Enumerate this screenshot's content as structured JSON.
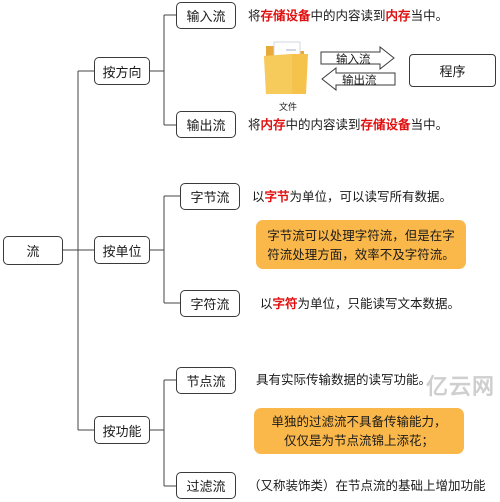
{
  "root": {
    "label": "流"
  },
  "branches": {
    "direction": {
      "label": "按方向",
      "input": {
        "label": "输入流",
        "desc_pre": "将",
        "desc_r1": "存储设备",
        "desc_mid": "中的内容读到",
        "desc_r2": "内存",
        "desc_post": "当中。"
      },
      "output": {
        "label": "输出流",
        "desc_pre": "将",
        "desc_r1": "内存",
        "desc_mid": "中的内容读到",
        "desc_r2": "存储设备",
        "desc_post": "当中。"
      },
      "diagram": {
        "file_caption": "文件",
        "arrow_in_label": "输入流",
        "arrow_out_label": "输出流",
        "program_label": "程序"
      }
    },
    "unit": {
      "label": "按单位",
      "byte": {
        "label": "字节流",
        "desc_pre": "以",
        "desc_r": "字节",
        "desc_post": "为单位，可以读写所有数据。"
      },
      "note": {
        "line1": "字节流可以处理字符流，但是在字",
        "line2": "符流处理方面，效率不及字符流。"
      },
      "char": {
        "label": "字符流",
        "desc_pre": "以",
        "desc_r": "字符",
        "desc_post": "为单位，只能读写文本数据。"
      }
    },
    "function": {
      "label": "按功能",
      "node": {
        "label": "节点流",
        "desc": "具有实际传输数据的读写功能。"
      },
      "note": {
        "line1": "单独的过滤流不具备传输能力，",
        "line2": "仅仅是为节点流锦上添花；"
      },
      "filter": {
        "label": "过滤流",
        "desc": "（又称装饰类）在节点流的基础上增加功能"
      }
    }
  },
  "watermark": "亿云网",
  "colors": {
    "highlight": "#e01010",
    "note_bg": "#fbb84a",
    "folder": "#f5c24c"
  }
}
